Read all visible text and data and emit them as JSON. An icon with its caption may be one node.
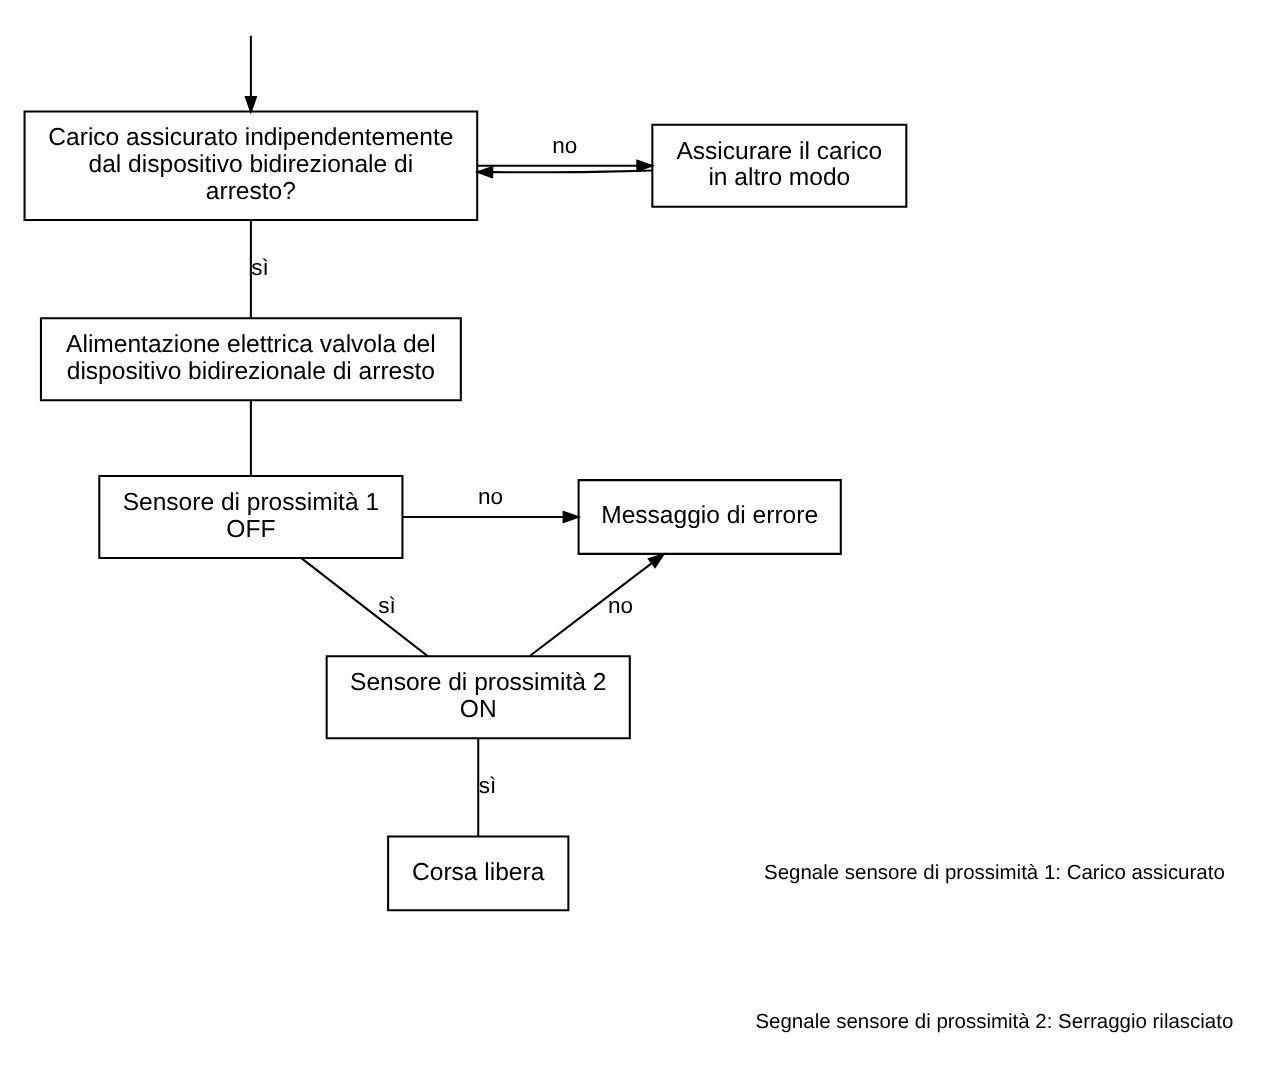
{
  "diagram": {
    "nodes": [
      {
        "text": [
          "Carico assicurato indipendentemente dal dispositivo bidirezionale di arresto?"
        ]
      },
      {
        "text": [
          "Assicurare il carico in altro modo"
        ]
      },
      {
        "text": [
          "Alimentazione elettrica valvola del dispositivo bidirezionale di arresto"
        ]
      },
      {
        "text": [
          "Sensore di prossimità 1 OFF"
        ]
      },
      {
        "text": [
          "Sensore di prossimità 2 ON"
        ]
      },
      {
        "text": [
          "Messaggio di errore"
        ]
      },
      {
        "text": [
          "Corsa libera"
        ]
      }
    ],
    "edges": [
      {
        "from": null,
        "to": 0,
        "arrow": "to"
      },
      {
        "from": 1,
        "to": 0,
        "arrow": "to"
      },
      {
        "from": 0,
        "to": 1,
        "arrow": "to",
        "label": "no"
      },
      {
        "from": 0,
        "to": 2,
        "arrow": "none",
        "label": "sì"
      },
      {
        "from": 2,
        "to": 3,
        "arrow": "none"
      },
      {
        "from": 3,
        "to": 5,
        "arrow": "to",
        "label": "no"
      },
      {
        "from": 3,
        "to": 4,
        "arrow": "none",
        "label": "sì"
      },
      {
        "from": 4,
        "to": 5,
        "arrow": "to",
        "label": "no"
      },
      {
        "from": 4,
        "to": 6,
        "arrow": "none",
        "label": "sì"
      }
    ],
    "labels": [
      "Segnale sensore di prossimità 1: Carico assicurato",
      "Segnale sensore di prossimità 2: Serraggio rilasciato"
    ]
  }
}
